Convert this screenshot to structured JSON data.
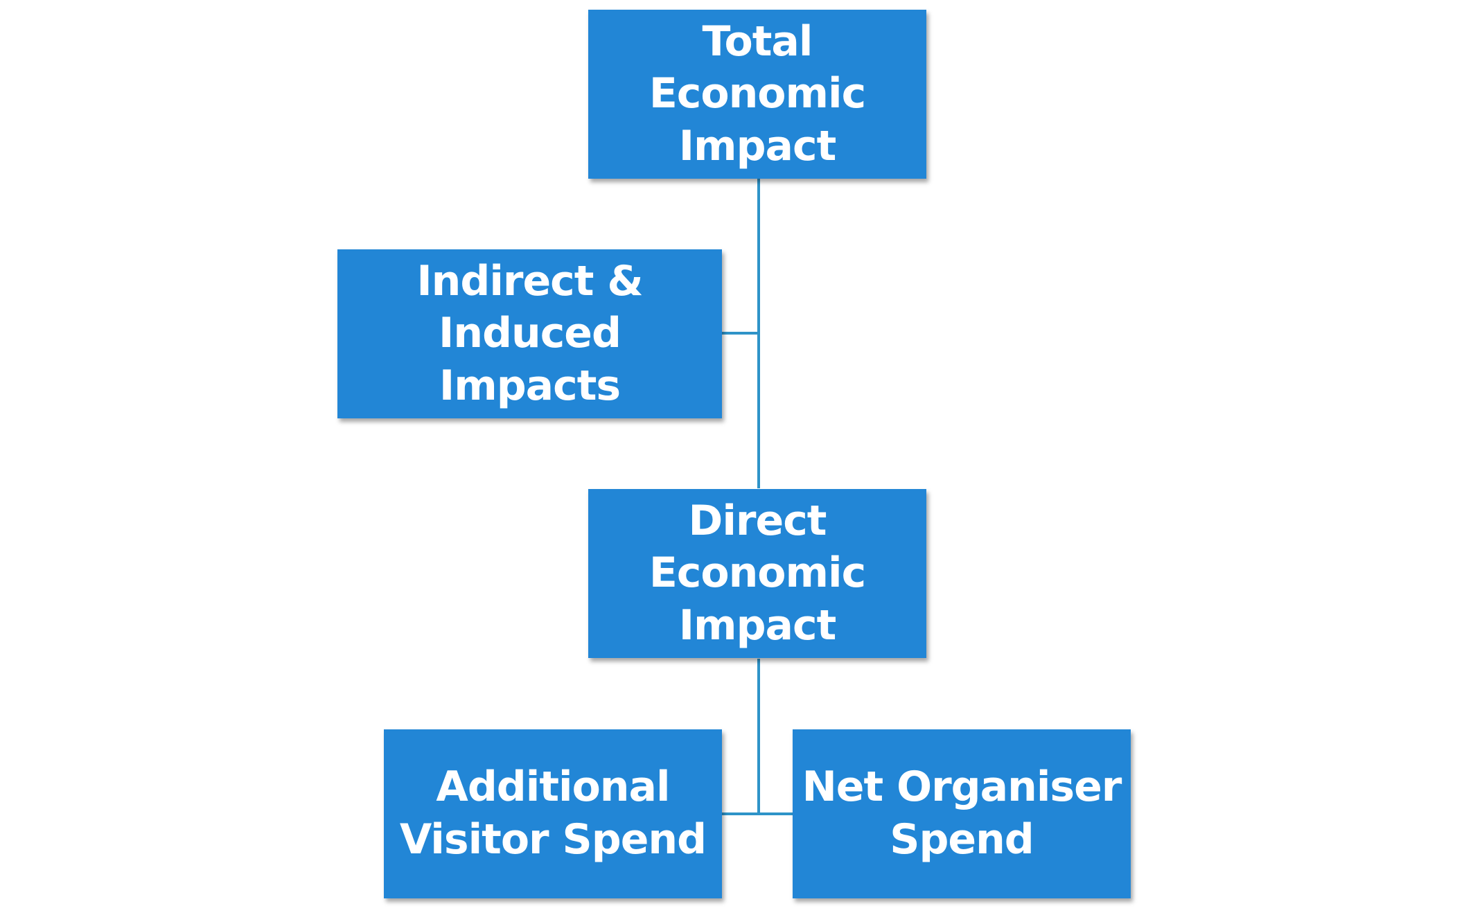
{
  "colors": {
    "node_fill": "#2286d6",
    "connector": "#2e93c8",
    "text": "#ffffff"
  },
  "nodes": {
    "total": {
      "label": "Total Economic Impact"
    },
    "indirect": {
      "label": "Indirect & Induced Impacts"
    },
    "direct": {
      "label": "Direct Economic Impact"
    },
    "visitor": {
      "label": "Additional Visitor Spend"
    },
    "organiser": {
      "label": "Net Organiser Spend"
    }
  },
  "edges": [
    {
      "from": "total",
      "to": "direct"
    },
    {
      "from": "indirect",
      "to": "total"
    },
    {
      "from": "visitor",
      "to": "direct"
    },
    {
      "from": "organiser",
      "to": "direct"
    }
  ]
}
